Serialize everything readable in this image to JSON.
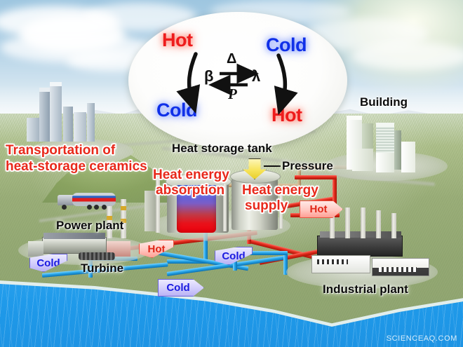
{
  "scene": {
    "title": "Heat storage ceramics energy flow diagram",
    "watermark": "SCIENCEAQ.COM"
  },
  "colors": {
    "hot": "#e8291b",
    "cold": "#1030e8",
    "label_black": "#0c0c0c",
    "pipe_hot": "#e12b1c",
    "pipe_cold": "#26a5e8",
    "pressure_arrow": "#f7e45c",
    "water": "#1f9aea",
    "grass": "#9aae79"
  },
  "diagram": {
    "hot_top_left": "Hot",
    "cold_top_right": "Cold",
    "cold_bottom_left": "Cold",
    "hot_bottom_right": "Hot",
    "symbol_left": "β",
    "symbol_right": "λ",
    "symbol_above_arrows": "Δ",
    "symbol_below_arrows": "P"
  },
  "labels": {
    "transportation": "Transportation of\nheat-storage ceramics",
    "transportation_line1": "Transportation of",
    "transportation_line2": "heat-storage ceramics",
    "heat_storage_tank": "Heat storage tank",
    "heat_energy_absorption_line1": "Heat energy",
    "heat_energy_absorption_line2": "absorption",
    "heat_energy_supply_line1": "Heat energy",
    "heat_energy_supply_line2": "supply",
    "pressure": "Pressure",
    "building": "Building",
    "power_plant": "Power plant",
    "turbine": "Turbine",
    "industrial_plant": "Industrial plant"
  },
  "flow_chips": [
    {
      "id": "cold-powerplant-in",
      "text": "Cold",
      "kind": "cold"
    },
    {
      "id": "hot-powerplant-out",
      "text": "Hot",
      "kind": "hot"
    },
    {
      "id": "cold-return-mid",
      "text": "Cold",
      "kind": "cold"
    },
    {
      "id": "cold-return-low",
      "text": "Cold",
      "kind": "cold"
    },
    {
      "id": "hot-supply-right",
      "text": "Hot",
      "kind": "hot"
    }
  ]
}
